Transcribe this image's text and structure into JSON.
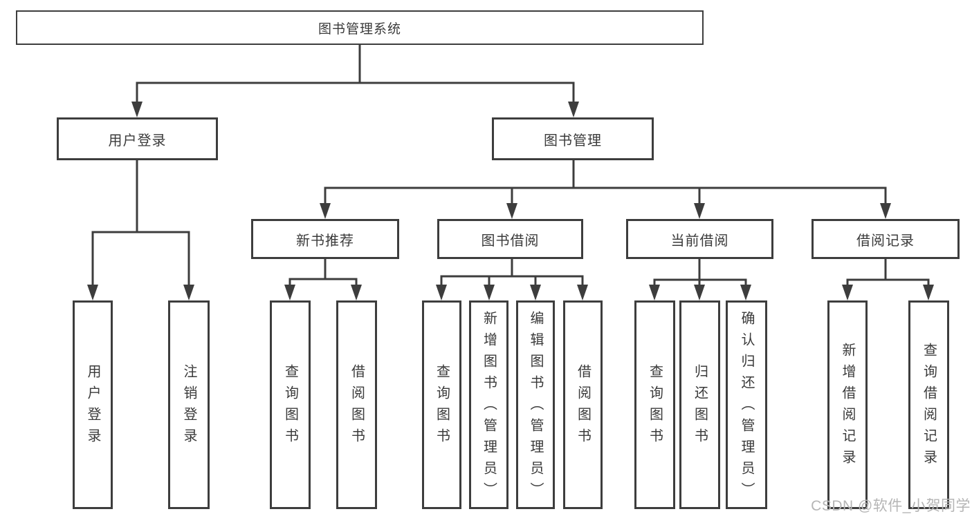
{
  "diagram": {
    "root": {
      "label": "图书管理系统"
    },
    "branches": [
      {
        "label": "用户登录",
        "leaves": [
          {
            "label": "用户登录"
          },
          {
            "label": "注销登录"
          }
        ]
      },
      {
        "label": "图书管理",
        "groups": [
          {
            "label": "新书推荐",
            "leaves": [
              {
                "label": "查询图书"
              },
              {
                "label": "借阅图书"
              }
            ]
          },
          {
            "label": "图书借阅",
            "leaves": [
              {
                "label": "查询图书"
              },
              {
                "label": "新增图书（管理员）"
              },
              {
                "label": "编辑图书（管理员）"
              },
              {
                "label": "借阅图书"
              }
            ]
          },
          {
            "label": "当前借阅",
            "leaves": [
              {
                "label": "查询图书"
              },
              {
                "label": "归还图书"
              },
              {
                "label": "确认归还（管理员）"
              }
            ]
          },
          {
            "label": "借阅记录",
            "leaves": [
              {
                "label": "新增借阅记录"
              },
              {
                "label": "查询借阅记录"
              }
            ]
          }
        ]
      }
    ]
  },
  "watermark": {
    "label": "CSDN @软件_小贺同学"
  },
  "colors": {
    "page_bg": "#ffffff",
    "line_color": "#3d3d3d",
    "text_color": "#3a3a3a",
    "node_fill": "#ffffff",
    "watermark_color": "#b5b5b5"
  }
}
